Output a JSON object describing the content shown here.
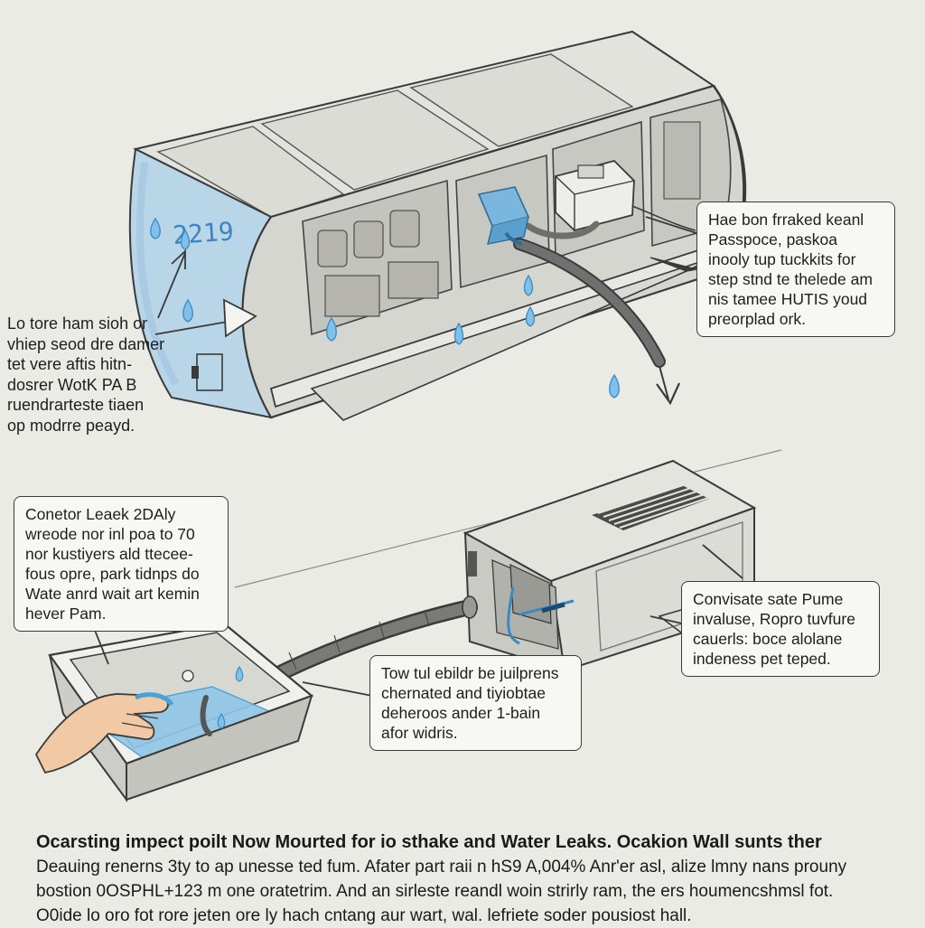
{
  "colors": {
    "background": "#ebebe6",
    "outline": "#3a3a3a",
    "water": "#8fc6e8",
    "accent_blue": "#4aa3d8",
    "hand": "#f1c9a5"
  },
  "icons": [
    "water-drop-icon",
    "arrow-icon",
    "drain-hose-icon",
    "hand-icon"
  ],
  "indoor_unit": {
    "display_reading": "2219"
  },
  "callouts": {
    "left_top": {
      "lines": [
        "Lo tore ham sioh or",
        "vhiep seod dre damer",
        "tet vere aftis hitn-",
        "dosrer WotK PA B",
        "ruendrarteste tiaen",
        "op modrre peayd."
      ]
    },
    "top_right": {
      "lines": [
        "Hae bon frraked keanl",
        "Passpoce, paskoa",
        "inooly tup tuckkits for",
        "step stnd te thelede am",
        "nis tamee HUTIS youd",
        "preorplad ork."
      ]
    },
    "left_mid": {
      "lines": [
        "Conetor Leaek 2DAly",
        "wreode nor inl poa to 70",
        "nor kustiyers ald ttecee-",
        "fous opre, park tidnps do",
        "Wate anrd wait art kemin",
        "hever Pam."
      ]
    },
    "bottom_mid": {
      "lines": [
        "Tow tul ebildr be juilprens",
        "chernated and tiyiobtae",
        "deheroos ander 1-bain",
        "afor widris."
      ]
    },
    "right_mid": {
      "lines": [
        "Convisate sate Pume",
        "invaluse, Ropro tuvfure",
        "cauerls: boce alolane",
        "indeness pet teped."
      ]
    }
  },
  "caption": {
    "title": "Ocarsting impect poilt Now Mourted for io sthake and Water  Leaks. Ocakion Wall sunts ther",
    "lines": [
      "Deauing renerns 3ty to ap unesse ted fum. Afater part raii n hS9 A,004% Anr'er asl, alize lmny nans prouny",
      "bostion 0OSPHL+123 m one oratetrim. And an sirleste reandl woin strirly ram, the ers houmencshmsl fot.",
      "O0ide lo oro fot rore jeten ore ly hach cntang aur wart, wal. lefriete soder pousiost hall."
    ]
  }
}
